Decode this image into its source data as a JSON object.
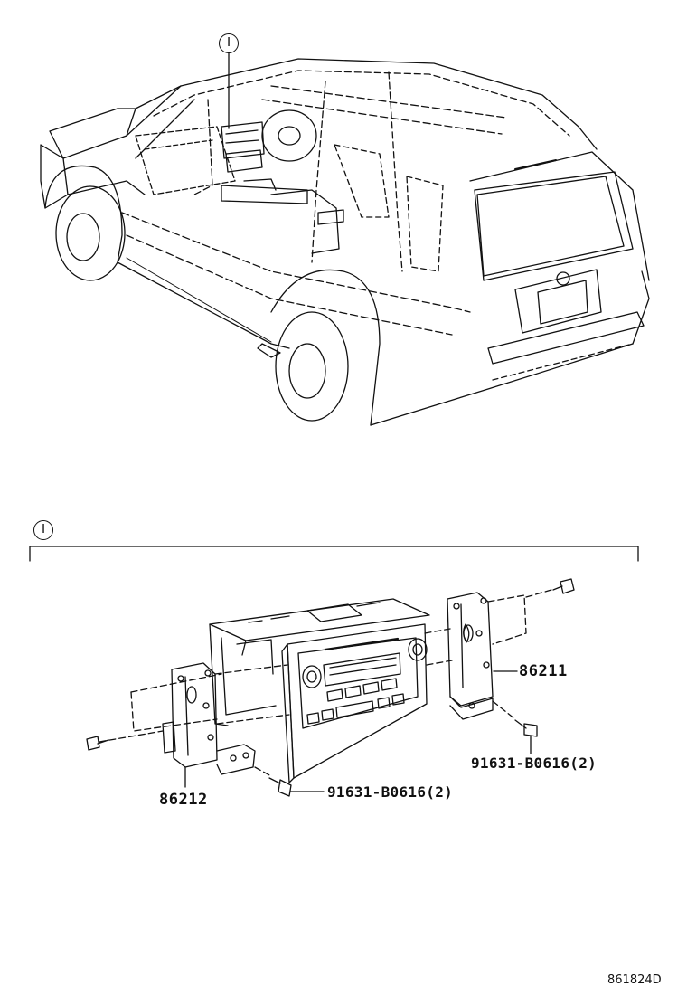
{
  "callouts": {
    "vehicle": "I",
    "section": "I"
  },
  "parts": {
    "right_bracket": "86211",
    "left_bracket": "86212",
    "screw_right": "91631-B0616(2)",
    "screw_left": "91631-B0616(2)"
  },
  "figure_ref": "861824D",
  "colors": {
    "line": "#111111",
    "background": "#ffffff"
  }
}
